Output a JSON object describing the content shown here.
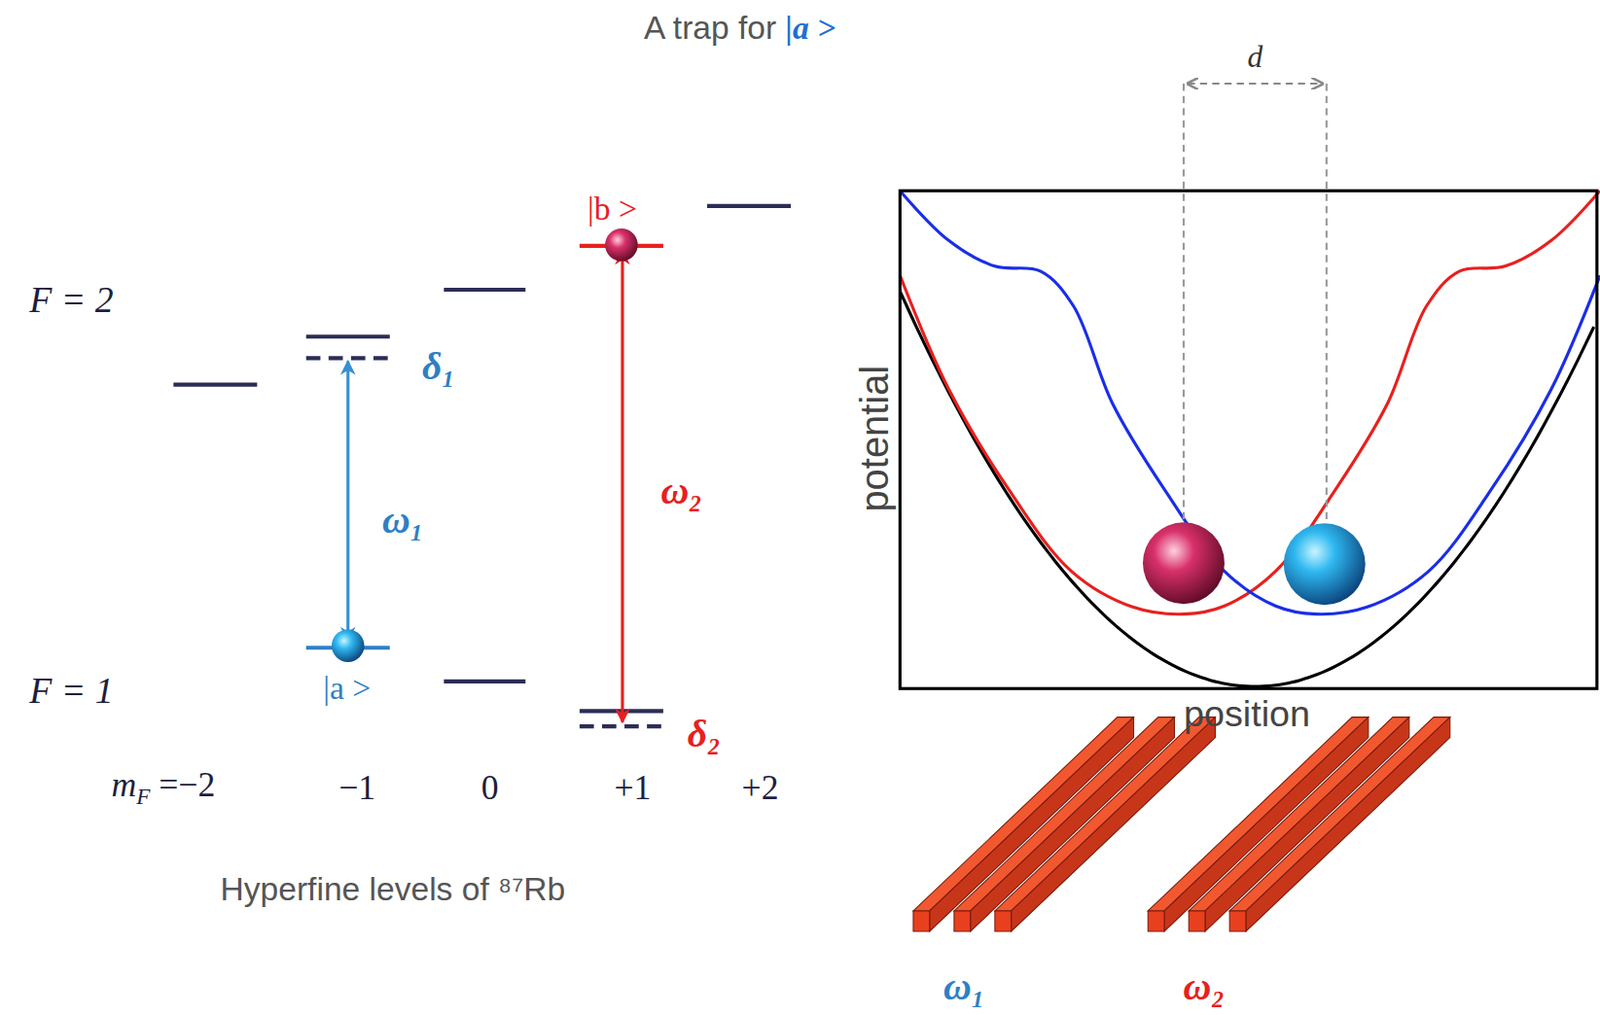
{
  "diagram": {
    "title": "A trap for |a >",
    "labels": [
      "d",
      "|b >",
      "F = 2",
      "δ₁",
      "ω₁",
      "ω₂",
      "potential",
      "|a >",
      "F = 1",
      "position",
      "δ₂",
      "mF =−2",
      "−1",
      "0",
      "+1",
      "+2",
      "Hyperfine levels of ⁸⁷Rb",
      "ω₁",
      "ω₂"
    ]
  }
}
